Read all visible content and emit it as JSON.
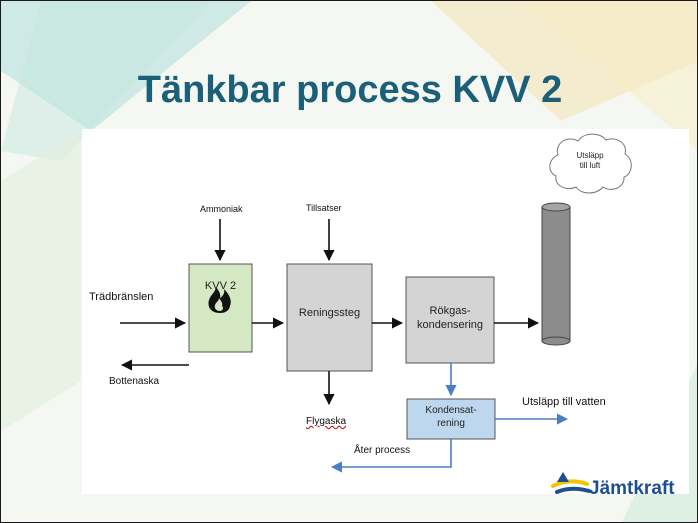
{
  "slide": {
    "title": "Tänkbar process KVV 2"
  },
  "diagram": {
    "inputs": {
      "ammoniak": "Ammoniak",
      "tillsatser": "Tillsatser",
      "tradbranslen": "Trädbränslen"
    },
    "boxes": {
      "kvv2": "KVV 2",
      "reningssteg": "Reningssteg",
      "rokgas_line1": "Rökgas-",
      "rokgas_line2": "kondensering",
      "kondensat_line1": "Kondensat-",
      "kondensat_line2": "rening"
    },
    "outputs": {
      "bottenaska": "Bottenaska",
      "flygaska": "Flygaska",
      "ater_process": "Åter process",
      "utslapp_vatten": "Utsläpp till vatten",
      "utslapp_luft_line1": "Utsläpp",
      "utslapp_luft_line2": "till luft"
    }
  },
  "logo": {
    "text": "Jämtkraft"
  },
  "colors": {
    "title": "#1b5f78",
    "kvv2_fill": "#d5e8c4",
    "gray_fill": "#d4d4d4",
    "kondensat_fill": "#bdd7ee",
    "blue_arrow": "#4a7fc1",
    "logo_blue": "#1d4f91",
    "logo_yellow": "#f5c400"
  },
  "icons": {
    "flame": "flame-icon",
    "cloud": "cloud-icon",
    "chimney": "chimney-icon"
  }
}
